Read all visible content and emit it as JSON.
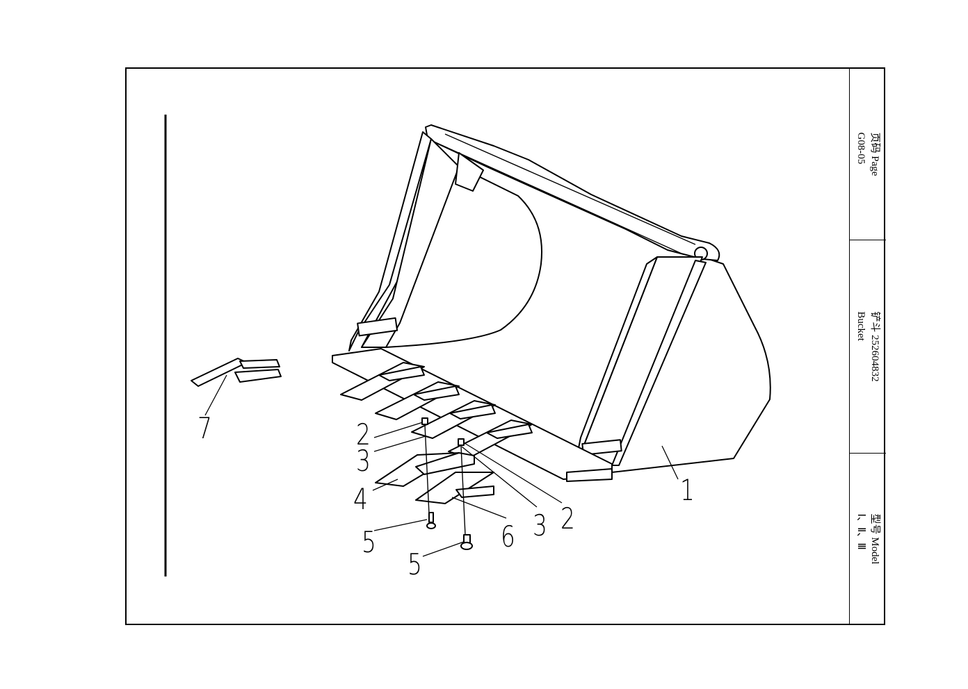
{
  "title_block": {
    "page_label": "页码 Page",
    "page_value": "G08-05",
    "name_label": "铲斗 252604832",
    "name_value": "Bucket",
    "model_label": "型号  Model",
    "model_value": "Ⅰ、Ⅱ、Ⅲ"
  },
  "callouts": [
    "1",
    "2",
    "3",
    "4",
    "5",
    "6",
    "7",
    "2",
    "3",
    "5"
  ]
}
